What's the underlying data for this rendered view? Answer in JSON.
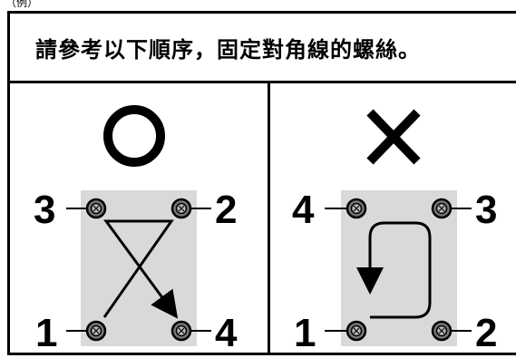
{
  "top_label": "（例）",
  "header": {
    "instruction": "請參考以下順序，固定對角線的螺絲。"
  },
  "left_panel": {
    "verdict_symbol": "O",
    "labels": {
      "top_left": "3",
      "top_right": "2",
      "bottom_left": "1",
      "bottom_right": "4"
    }
  },
  "right_panel": {
    "verdict_symbol": "X",
    "labels": {
      "top_left": "4",
      "top_right": "3",
      "bottom_left": "1",
      "bottom_right": "2"
    }
  },
  "colors": {
    "plate": "#d9d9d9",
    "ink": "#000000",
    "screw": "#6e6e6e"
  }
}
